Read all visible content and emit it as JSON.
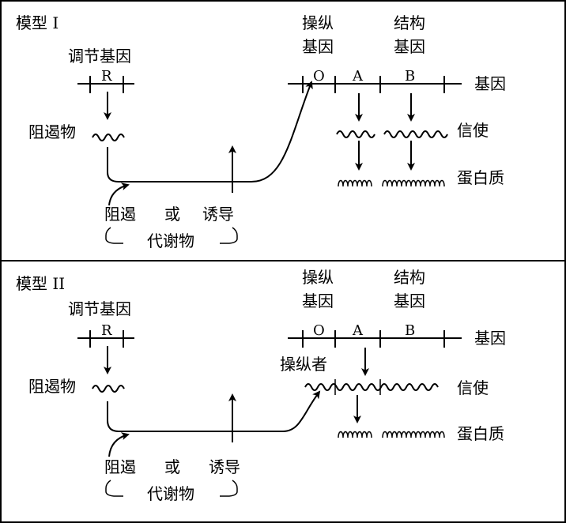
{
  "panels": [
    {
      "title": "模型 I",
      "regulator_label": "调节基因",
      "regulator_gene": "R",
      "operator_label_top": "操纵",
      "operator_label_bottom": "基因",
      "structural_label_top": "结构",
      "structural_label_bottom": "基因",
      "operator_segment": "O",
      "gene_a": "A",
      "gene_b": "B",
      "gene_label": "基因",
      "repressor_label": "阻遏物",
      "messenger_label": "信使",
      "protein_label": "蛋白质",
      "repress": "阻遏",
      "or": "或",
      "induce": "诱导",
      "metabolite": "代谢物"
    },
    {
      "title": "模型 II",
      "regulator_label": "调节基因",
      "regulator_gene": "R",
      "operator_label_top": "操纵",
      "operator_label_bottom": "基因",
      "structural_label_top": "结构",
      "structural_label_bottom": "基因",
      "operator_segment": "O",
      "gene_a": "A",
      "gene_b": "B",
      "gene_label": "基因",
      "operator_note": "操纵者",
      "repressor_label": "阻遏物",
      "messenger_label": "信使",
      "protein_label": "蛋白质",
      "repress": "阻遏",
      "or": "或",
      "induce": "诱导",
      "metabolite": "代谢物"
    }
  ]
}
